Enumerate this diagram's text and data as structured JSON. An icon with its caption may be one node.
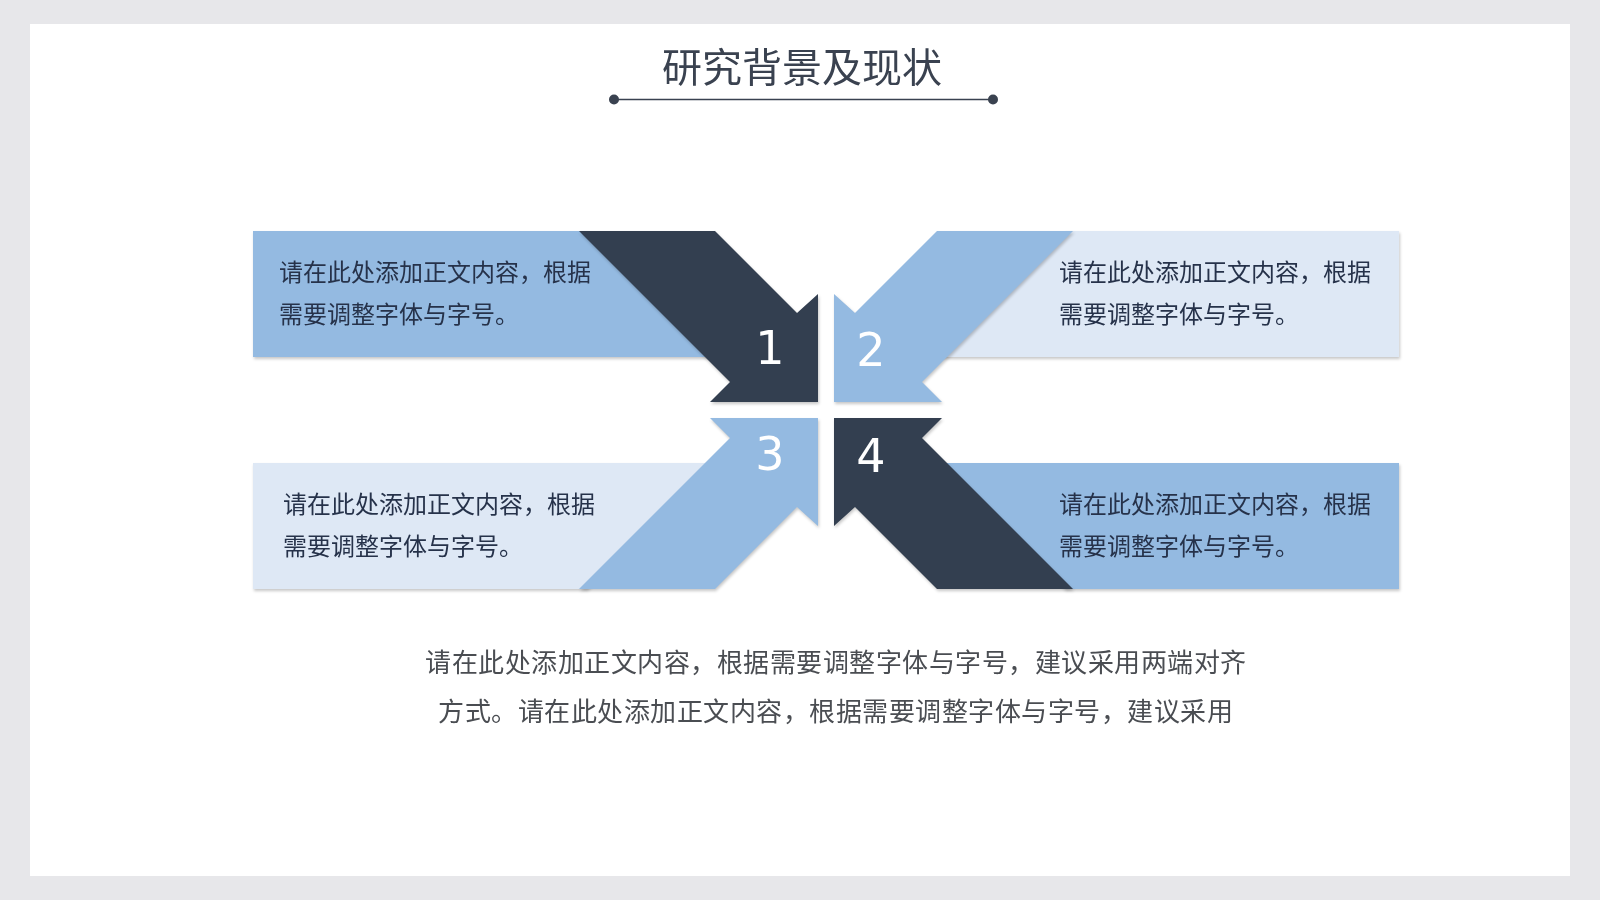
{
  "diagram": {
    "title": "研究背景及现状",
    "nodes": [
      {
        "text": [
          "请在此处添加正文内容，根据需要调整字体与字号。",
          "1"
        ]
      },
      {
        "text": [
          "2",
          "请在此处添加正文内容，根据需要调整字体与字号。"
        ]
      },
      {
        "text": [
          "请在此处添加正文内容，根据需要调整字体与字号。",
          "3"
        ]
      },
      {
        "text": [
          "4",
          "请在此处添加正文内容，根据需要调整字体与字号。"
        ]
      }
    ],
    "labels": [
      "请在此处添加正文内容，根据需要调整字体与字号，建议采用两端对齐方式。请在此处添加正文内容，根据需要调整字体与字号，建议采用"
    ]
  }
}
